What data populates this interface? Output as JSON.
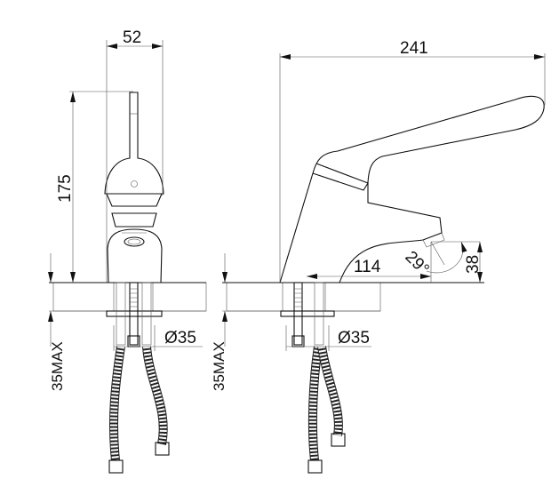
{
  "drawing": {
    "front_view": {
      "width_label": "52",
      "height_label": "175",
      "hole_diameter_label": "Ø35",
      "max_thickness_label": "35MAX"
    },
    "side_view": {
      "length_label": "241",
      "reach_label": "114",
      "angle_label": "29°",
      "spout_height_label": "38",
      "hole_diameter_label": "Ø35",
      "max_thickness_label": "35MAX"
    }
  }
}
